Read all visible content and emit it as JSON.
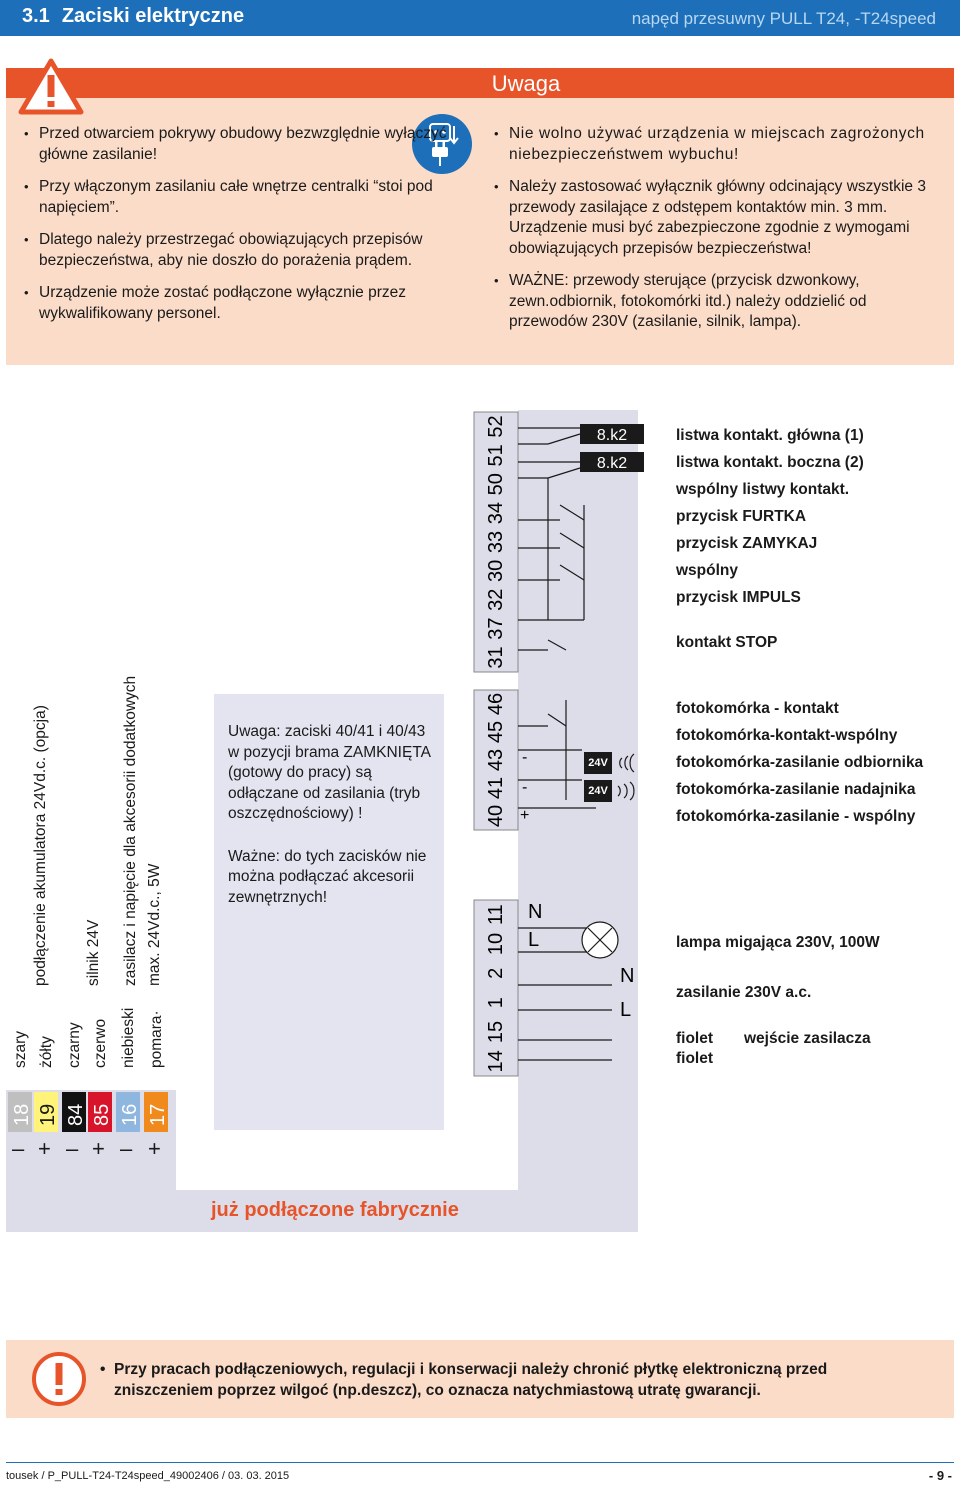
{
  "header": {
    "section_number": "3.1",
    "title": "Zaciski elektryczne",
    "subtitle": "napęd przesuwny PULL T24, -T24speed"
  },
  "warning": {
    "heading": "Uwaga",
    "left_items": [
      "Przed otwarciem pokrywy obudowy bezwzględnie wyłączyć główne zasilanie!",
      "Przy włączonym zasilaniu całe wnętrze centralki “stoi pod napięciem”.",
      "Dlatego należy przestrzegać obowiązujących przepisów bezpieczeństwa, aby nie doszło do porażenia prądem.",
      "Urządzenie może zostać podłączone wyłącznie przez wykwalifikowany personel."
    ],
    "right_items": [
      "Nie wolno używać urządzenia w miejscach zagrożonych niebezpieczeństwem wybuchu!",
      "Należy zastosować wyłącznik główny odcinający wszystkie 3 przewody zasilające z odstępem kontaktów min. 3 mm. Urządzenie musi być zabezpieczone zgodnie z wymogami obowiązujących przepisów bezpieczeństwa!",
      "WAŻNE: przewody sterujące (przycisk dzwonkowy, zewn.odbiornik, fotokomórki itd.) należy oddzielić od przewodów 230V (zasilanie, silnik, lampa)."
    ]
  },
  "left_wires": {
    "terminals": [
      {
        "num": "18",
        "color": "szary",
        "sign": "–",
        "fill": "#bfbfbf",
        "text": "#ffffff"
      },
      {
        "num": "19",
        "color": "żółty",
        "sign": "+",
        "fill": "#fff37a",
        "text": "#1a1a1a"
      },
      {
        "num": "84",
        "color": "czarny",
        "sign": "–",
        "fill": "#111111",
        "text": "#ffffff"
      },
      {
        "num": "85",
        "color": "czerwo",
        "sign": "+",
        "fill": "#d8142a",
        "text": "#ffffff"
      },
      {
        "num": "16",
        "color": "niebieski",
        "sign": "–",
        "fill": "#8fb6de",
        "text": "#ffffff"
      },
      {
        "num": "17",
        "color": "pomara·",
        "sign": "+",
        "fill": "#f08a1c",
        "text": "#ffffff"
      }
    ],
    "desc_battery": "podłączenie akumulatora 24Vd.c. (opcja)",
    "desc_motor": "silnik 24V",
    "desc_accessory_1": "zasilacz i napięcie dla akcesorii dodatkowych",
    "desc_accessory_2": "max. 24Vd.c., 5W"
  },
  "note": {
    "p1": "Uwaga: zaciski 40/41 i 40/43 w pozycji brama ZAMKNIĘTA (gotowy do pracy) są odłączane od zasilania (tryb oszczędnościowy) !",
    "p2": "Ważne: do tych zacisków nie można podłączać akcesorii zewnętrznych!"
  },
  "factory_label": "już podłączone fabrycznie",
  "terminal_blocks": {
    "top": [
      "31",
      "37",
      "32",
      "30",
      "33",
      "34",
      "50",
      "51",
      "52"
    ],
    "middle": [
      "40",
      "41",
      "43",
      "45",
      "46"
    ],
    "bottom": [
      "14",
      "15",
      "1",
      "2",
      "10",
      "11"
    ]
  },
  "circuit_marks": {
    "k2a": "8.k2",
    "k2b": "8.k2",
    "minus1": "-",
    "minus2": "-",
    "plus": "+",
    "v1": "24V",
    "v2": "24V",
    "N1": "N",
    "L1": "L",
    "N2": "N",
    "L2": "L"
  },
  "right_labels": {
    "main_strip": "listwa kontakt. główna (1)",
    "side_strip": "listwa kontakt. boczna (2)",
    "common_strip": "wspólny listwy kontakt.",
    "btn_gate": "przycisk FURTKA",
    "btn_close": "przycisk ZAMYKAJ",
    "common": "wspólny",
    "btn_impulse": "przycisk IMPULS",
    "stop": "kontakt STOP",
    "photo_contact": "fotokomórka - kontakt",
    "photo_common": "fotokomórka-kontakt-wspólny",
    "photo_rx": "fotokomórka-zasilanie odbiornika",
    "photo_tx": "fotokomórka-zasilanie nadajnika",
    "photo_gnd": "fotokomórka-zasilanie - wspólny",
    "lamp": "lampa migająca 230V, 100W",
    "supply": "zasilanie 230V a.c.",
    "violet1": "fiolet",
    "violet2": "fiolet",
    "input": "wejście zasilacza"
  },
  "bottom_note": "Przy pracach podłączeniowych, regulacji i konserwacji należy chronić płytkę elektroniczną przed zniszczeniem poprzez wilgoć (np.deszcz), co oznacza natychmiastową utratę gwarancji.",
  "footer": {
    "left": "tousek / P_PULL-T24-T24speed_49002406 / 03. 03. 2015",
    "right": "- 9 -"
  },
  "colors": {
    "brand_blue": "#1c6fb8",
    "warn_orange": "#e8542a",
    "warn_bg": "#fbdcc8",
    "panel_grey": "#dcdde8"
  }
}
